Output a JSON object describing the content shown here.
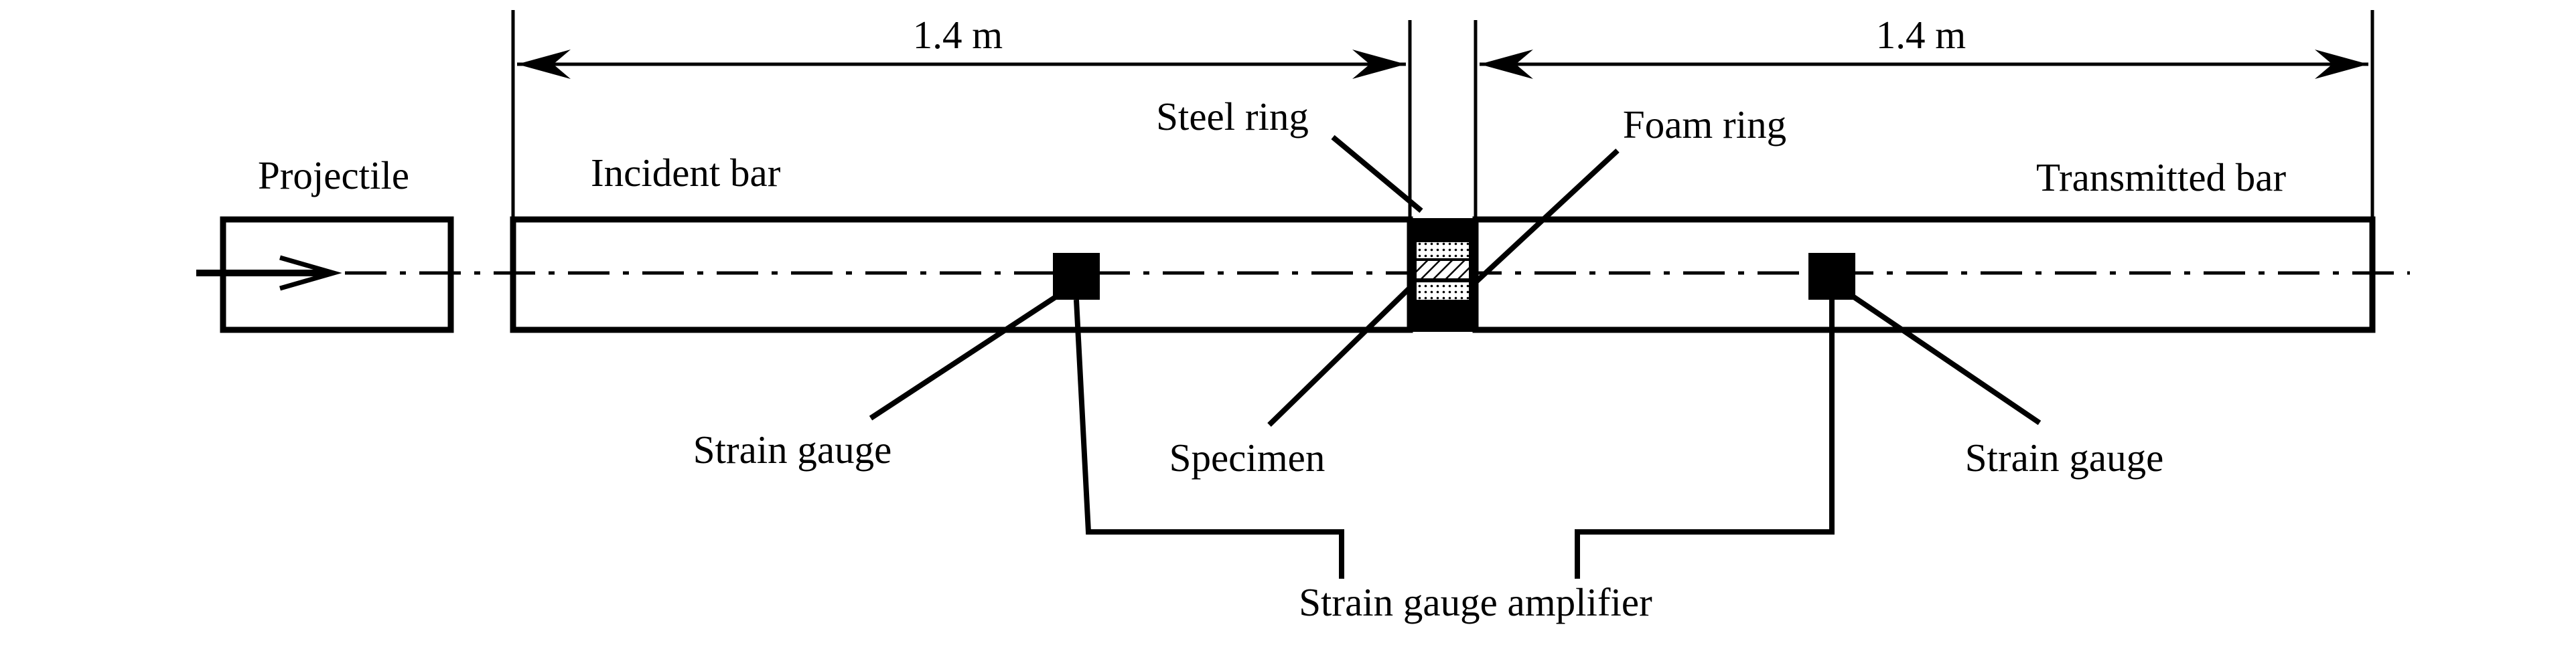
{
  "labels": {
    "projectile": "Projectile",
    "incident_bar": "Incident bar",
    "transmitted_bar": "Transmitted bar",
    "steel_ring": "Steel ring",
    "foam_ring": "Foam ring",
    "specimen": "Specimen",
    "strain_gauge_left": "Strain gauge",
    "strain_gauge_right": "Strain gauge",
    "strain_gauge_amplifier": "Strain gauge amplifier"
  },
  "dimensions": {
    "incident_bar_length": "1.4 m",
    "transmitted_bar_length": "1.4 m"
  },
  "colors": {
    "line": "#000000",
    "background": "#ffffff"
  }
}
